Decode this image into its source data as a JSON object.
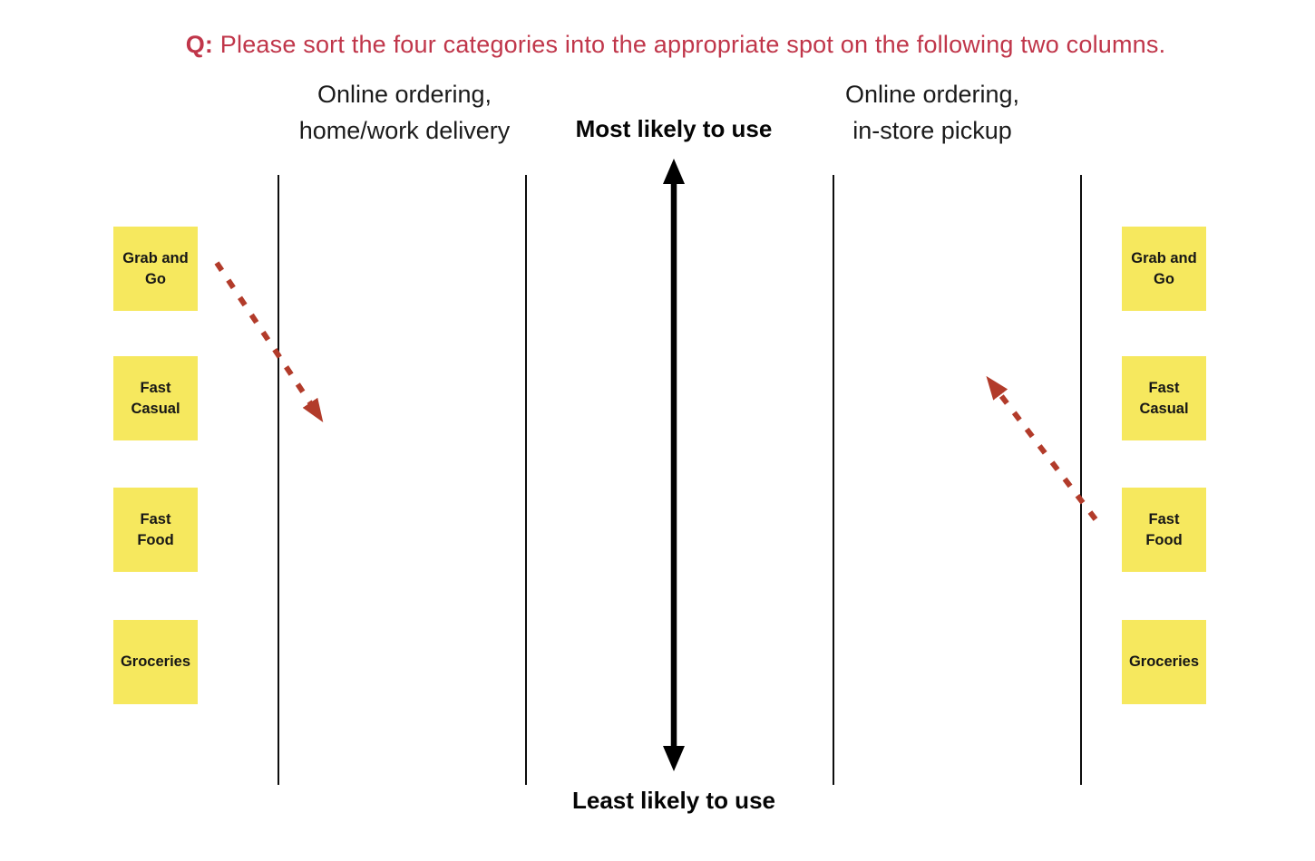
{
  "colors": {
    "title_red": "#c0364a",
    "arrow_red": "#b23b2a",
    "sticky_yellow": "#f6e85e",
    "line_black": "#0d0d0d"
  },
  "question": {
    "prefix": "Q:",
    "text": "Please sort the four categories into the appropriate spot on the following two columns."
  },
  "columns": {
    "left": {
      "line1": "Online ordering,",
      "line2": "home/work delivery"
    },
    "right": {
      "line1": "Online ordering,",
      "line2": "in-store pickup"
    }
  },
  "axis": {
    "top_label": "Most likely to use",
    "bottom_label": "Least likely to use"
  },
  "notes": {
    "labels": [
      "Grab and\nGo",
      "Fast\nCasual",
      "Fast\nFood",
      "Groceries"
    ]
  }
}
